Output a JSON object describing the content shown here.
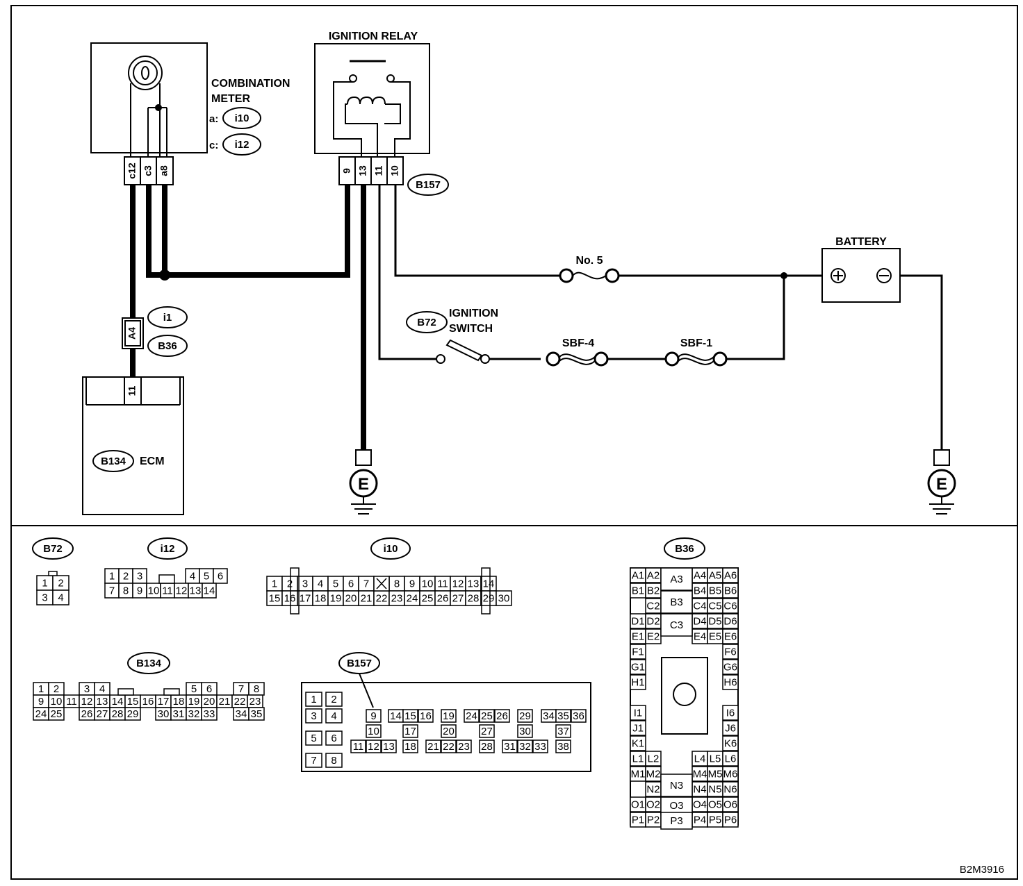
{
  "labels": {
    "ignition_relay": "IGNITION RELAY",
    "combination_meter_1": "COMBINATION",
    "combination_meter_2": "METER",
    "meter_a": "a:",
    "meter_c": "c:",
    "battery": "BATTERY",
    "fuse_no5": "No. 5",
    "ignition_switch_1": "IGNITION",
    "ignition_switch_2": "SWITCH",
    "sbf4": "SBF-4",
    "sbf1": "SBF-1",
    "ecm": "ECM",
    "ground": "E",
    "figure_code": "B2M3916"
  },
  "badges": {
    "i10": "i10",
    "i12": "i12",
    "b157": "B157",
    "i1": "i1",
    "b36": "B36",
    "b72": "B72",
    "b134": "B134"
  },
  "meter_pins": [
    "c12",
    "c3",
    "a8"
  ],
  "relay_pins": [
    "9",
    "13",
    "11",
    "10"
  ],
  "inline_pin": "A4",
  "ecm_pin": "11",
  "connectors": {
    "b72": {
      "label": "B72",
      "rows": [
        [
          "1",
          "2"
        ],
        [
          "3",
          "4"
        ]
      ]
    },
    "i12": {
      "label": "i12",
      "row1": [
        "1",
        "2",
        "3",
        "4",
        "5",
        "6"
      ],
      "row2": [
        "7",
        "8",
        "9",
        "10",
        "11",
        "12",
        "13",
        "14"
      ]
    },
    "i10": {
      "label": "i10",
      "row1": [
        "1",
        "2",
        "3",
        "4",
        "5",
        "6",
        "7",
        "8",
        "9",
        "10",
        "11",
        "12",
        "13",
        "14"
      ],
      "row2": [
        "15",
        "16",
        "17",
        "18",
        "19",
        "20",
        "21",
        "22",
        "23",
        "24",
        "25",
        "26",
        "27",
        "28",
        "29",
        "30"
      ]
    },
    "b134": {
      "label": "B134",
      "row1": [
        "1",
        "2",
        "3",
        "4",
        "5",
        "6",
        "7",
        "8"
      ],
      "row2": [
        "9",
        "10",
        "11",
        "12",
        "13",
        "14",
        "15",
        "16",
        "17",
        "18",
        "19",
        "20",
        "21",
        "22",
        "23"
      ],
      "row3": [
        "24",
        "25",
        "26",
        "27",
        "28",
        "29",
        "30",
        "31",
        "32",
        "33",
        "34",
        "35"
      ]
    },
    "b157": {
      "label": "B157",
      "left": [
        "1",
        "2",
        "3",
        "4",
        "5",
        "6",
        "7",
        "8"
      ],
      "top": [
        "9",
        "14",
        "15",
        "16",
        "19",
        "24",
        "25",
        "26",
        "29",
        "34",
        "35",
        "36"
      ],
      "mid": [
        "10",
        "17",
        "20",
        "27",
        "30",
        "37"
      ],
      "bot": [
        "11",
        "12",
        "13",
        "18",
        "21",
        "22",
        "23",
        "28",
        "31",
        "32",
        "33",
        "38"
      ]
    },
    "b36": {
      "label": "B36",
      "left": [
        "A1",
        "A2",
        "B1",
        "B2",
        "C2",
        "D1",
        "D2",
        "E1",
        "E2",
        "F1",
        "G1",
        "H1",
        "I1",
        "J1",
        "K1",
        "L1",
        "L2",
        "M1",
        "M2",
        "N2",
        "O1",
        "O2",
        "P1",
        "P2"
      ],
      "center": [
        "A3",
        "B3",
        "C3",
        "N3",
        "O3",
        "P3"
      ],
      "right": [
        "A4",
        "A5",
        "A6",
        "B4",
        "B5",
        "B6",
        "C4",
        "C5",
        "C6",
        "D4",
        "D5",
        "D6",
        "E4",
        "E5",
        "E6",
        "F6",
        "G6",
        "H6",
        "I6",
        "J6",
        "K6",
        "L4",
        "L5",
        "L6",
        "M4",
        "M5",
        "M6",
        "N4",
        "N5",
        "N6",
        "O4",
        "O5",
        "O6",
        "P4",
        "P5",
        "P6"
      ]
    }
  }
}
